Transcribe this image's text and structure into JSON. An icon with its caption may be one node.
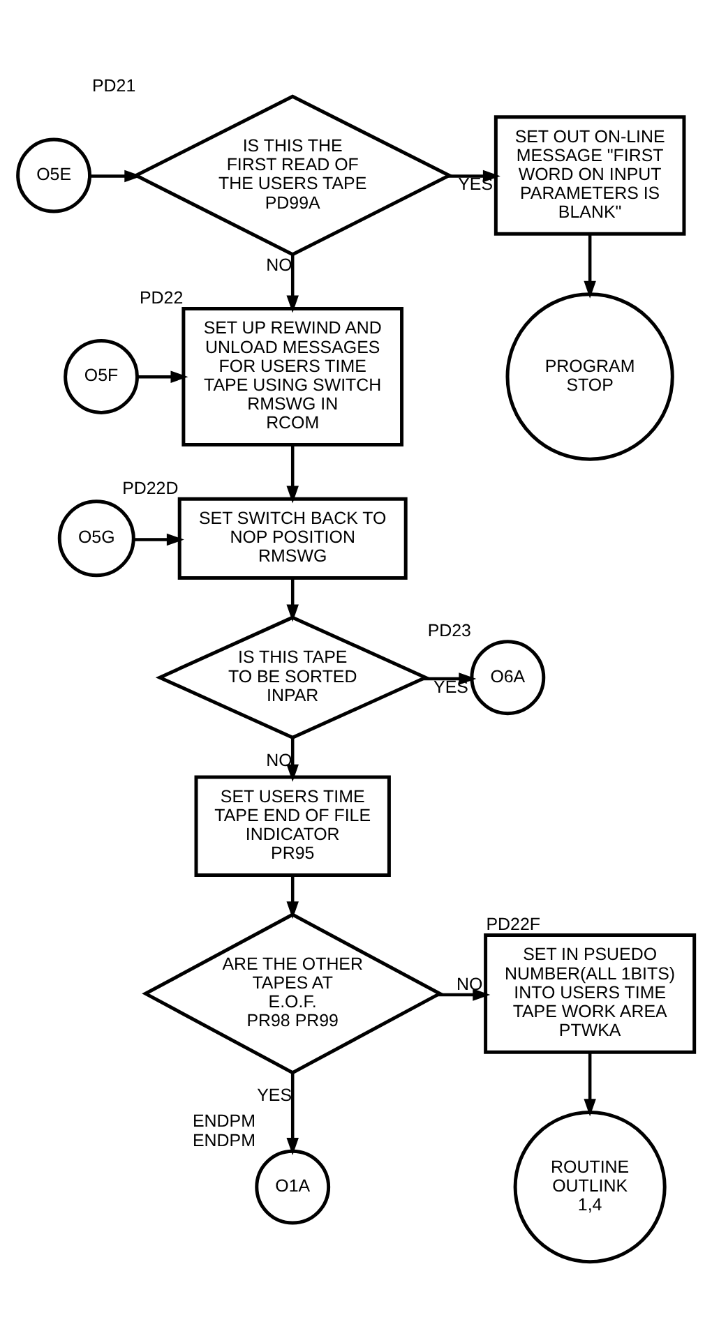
{
  "diagram": {
    "nodes": [
      {
        "text": [
          "O5E"
        ]
      },
      {
        "text": [
          "IS THIS THE FIRST READ OF THE USERS TAPE",
          "PD99A"
        ],
        "beside": [
          "PD21"
        ]
      },
      {
        "text": [
          "SET OUT ON-LINE MESSAGE \"FIRST WORD ON INPUT PARAMETERS IS BLANK\""
        ]
      },
      {
        "text": [
          "O5F"
        ]
      },
      {
        "text": [
          "SET UP REWIND AND UNLOAD MESSAGES FOR USERS TIME TAPE USING SWITCH RMSWG IN",
          "RCOM"
        ],
        "beside": [
          "PD22"
        ]
      },
      {
        "text": [
          "PROGRAM STOP"
        ]
      },
      {
        "text": [
          "O5G"
        ]
      },
      {
        "text": [
          "SET SWITCH BACK TO NOP POSITION",
          "RMSWG"
        ],
        "beside": [
          "PD22D"
        ]
      },
      {
        "text": [
          "IS THIS TAPE TO BE SORTED",
          "INPAR"
        ]
      },
      {
        "text": [
          "O6A"
        ],
        "beside": [
          "PD23"
        ]
      },
      {
        "text": [
          "SET USERS TIME TAPE END OF FILE INDICATOR",
          "PR95"
        ]
      },
      {
        "text": [
          "ARE THE OTHER TAPES AT E.O.F.",
          "PR98 PR99"
        ]
      },
      {
        "text": [
          "SET IN PSUEDO NUMBER(ALL 1BITS) INTO USERS TIME TAPE WORK AREA PTWKA"
        ],
        "beside": [
          "PD22F"
        ]
      },
      {
        "text": [
          "O1A"
        ],
        "beside": [
          "ENDPM",
          "ENDPM"
        ]
      },
      {
        "text": [
          "ROUTINE OUTLINK 1,4"
        ]
      }
    ],
    "edges": [
      {
        "from": 0,
        "to": 1,
        "arrow": "to"
      },
      {
        "from": 1,
        "to": 2,
        "arrow": "to",
        "label": "YES"
      },
      {
        "from": 1,
        "to": 4,
        "arrow": "to",
        "label": "NO"
      },
      {
        "from": 2,
        "to": 5,
        "arrow": "to"
      },
      {
        "from": 3,
        "to": 4,
        "arrow": "to"
      },
      {
        "from": 4,
        "to": 7,
        "arrow": "to"
      },
      {
        "from": 6,
        "to": 7,
        "arrow": "to"
      },
      {
        "from": 7,
        "to": 8,
        "arrow": "to"
      },
      {
        "from": 8,
        "to": 9,
        "arrow": "to",
        "label": "YES"
      },
      {
        "from": 8,
        "to": 10,
        "arrow": "to",
        "label": "NO"
      },
      {
        "from": 10,
        "to": 11,
        "arrow": "to"
      },
      {
        "from": 11,
        "to": 12,
        "arrow": "to",
        "label": "NO"
      },
      {
        "from": 11,
        "to": 13,
        "arrow": "to",
        "label": "YES"
      },
      {
        "from": 12,
        "to": 14,
        "arrow": "to"
      }
    ]
  }
}
